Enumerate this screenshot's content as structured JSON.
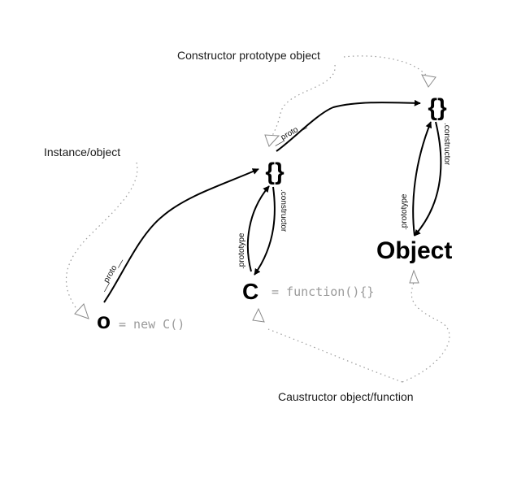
{
  "labels": {
    "constructor_prototype_object": "Constructor prototype object",
    "instance_object": "Instance/object",
    "constructor_object_function": "Caustructor object/function"
  },
  "nodes": {
    "instance": {
      "symbol": "o",
      "code": "= new C()"
    },
    "constructor": {
      "symbol": "C",
      "code": "= function(){}"
    },
    "constructor_prototype": {
      "symbol": "{}"
    },
    "object_prototype": {
      "symbol": "{}"
    },
    "object": {
      "symbol": "Object"
    }
  },
  "edge_labels": {
    "o_proto": "__proto__",
    "c_proto_proto": "__proto__",
    "c_prototype": ".prototype",
    "c_constructor": ".constructor",
    "object_prototype": ".prototype",
    "object_constructor": ".constructor"
  }
}
